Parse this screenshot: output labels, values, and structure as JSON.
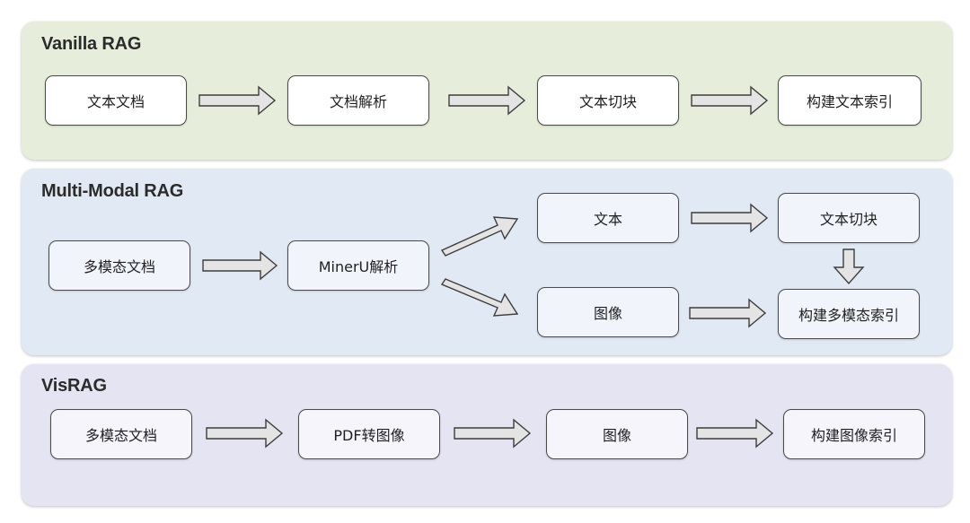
{
  "colors": {
    "vanilla_panel": "#e6eedb",
    "multimodal_panel": "#e1e9f4",
    "visrag_panel": "#e4e4f3",
    "arrow_fill": "#e4e4e4",
    "node_border": "#4a4a4a"
  },
  "vanilla": {
    "title": "Vanilla RAG",
    "nodes": [
      "文本文档",
      "文档解析",
      "文本切块",
      "构建文本索引"
    ]
  },
  "multimodal": {
    "title": "Multi-Modal RAG",
    "source": "多模态文档",
    "parser": "MinerU解析",
    "text": "文本",
    "image": "图像",
    "text_chunk": "文本切块",
    "index": "构建多模态索引"
  },
  "visrag": {
    "title": "VisRAG",
    "nodes": [
      "多模态文档",
      "PDF转图像",
      "图像",
      "构建图像索引"
    ]
  }
}
